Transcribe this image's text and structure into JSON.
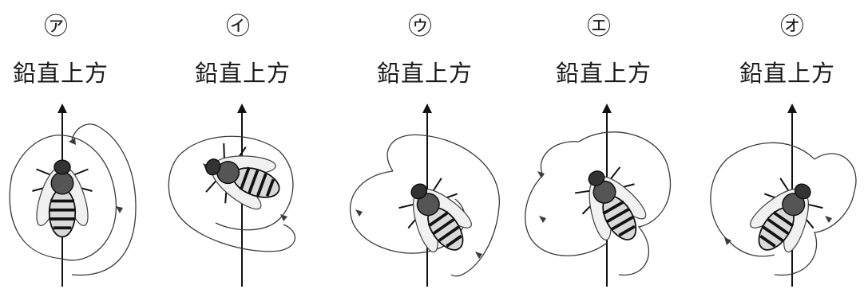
{
  "label_text": "鉛直上方",
  "panels": [
    {
      "letter": "㋐",
      "label": "鉛直上方"
    },
    {
      "letter": "㋑",
      "label": "鉛直上方"
    },
    {
      "letter": "㋒",
      "label": "鉛直上方"
    },
    {
      "letter": "㋓",
      "label": "鉛直上方"
    },
    {
      "letter": "㋔",
      "label": "鉛直上方"
    }
  ],
  "colors": {
    "ink": "#1a1a1a",
    "path": "#3a3a3a",
    "background": "#ffffff"
  }
}
